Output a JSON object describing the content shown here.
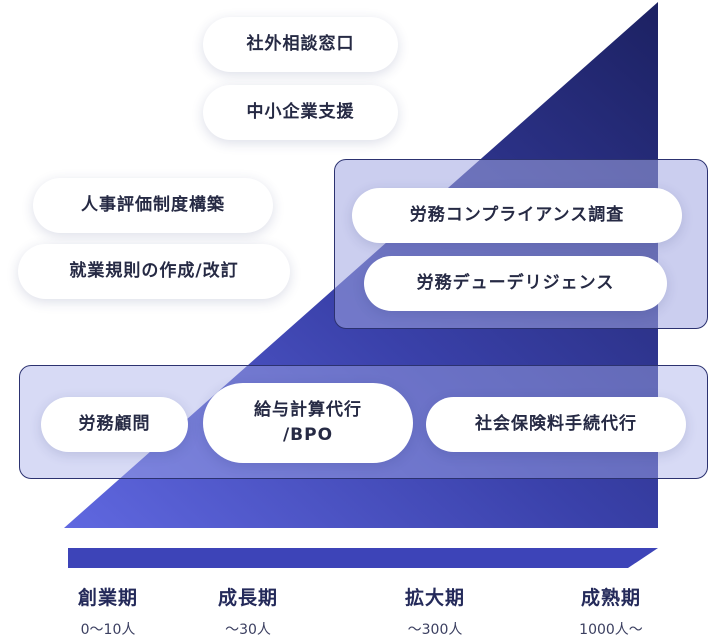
{
  "colors": {
    "triangle_top": "#22286a",
    "triangle_bottom": "#5a63d6",
    "box_border": "#2c3270",
    "box_fill": "#9aa0e0",
    "arrow": "#3d44b8",
    "stage_label": "#242a5a"
  },
  "services": {
    "external_consultation": "社外相談窓口",
    "sme_support": "中小企業支援",
    "hr_evaluation": "人事評価制度構築",
    "work_rules": "就業規則の作成/改訂",
    "labor_compliance": "労務コンプライアンス調査",
    "labor_due_diligence": "労務デューデリジェンス",
    "labor_advisor": "労務顧問",
    "payroll_line1": "給与計算代行",
    "payroll_line2": "/BPO",
    "social_insurance": "社会保険料手続代行"
  },
  "stages": [
    {
      "name": "創業期",
      "size": "0〜10人"
    },
    {
      "name": "成長期",
      "size": "〜30人"
    },
    {
      "name": "拡大期",
      "size": "〜300人"
    },
    {
      "name": "成熟期",
      "size": "1000人〜"
    }
  ]
}
